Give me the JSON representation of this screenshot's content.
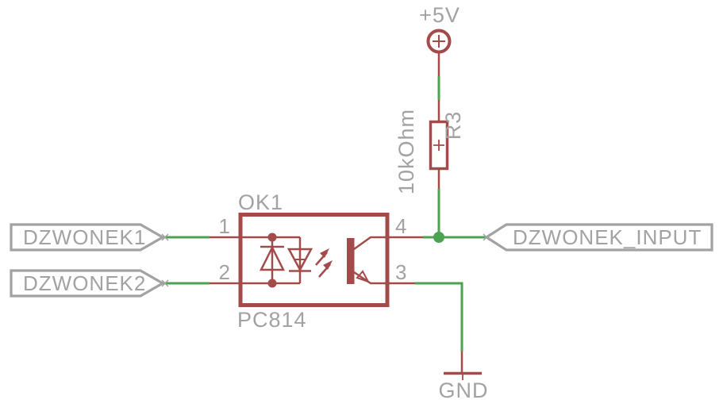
{
  "schematic": {
    "power": {
      "label": "+5V"
    },
    "resistor": {
      "designator": "R3",
      "value": "10kOhm"
    },
    "optocoupler": {
      "designator": "OK1",
      "part": "PC814",
      "pins": {
        "p1": "1",
        "p2": "2",
        "p3": "3",
        "p4": "4"
      }
    },
    "nets": {
      "dzwonek1": "DZWONEK1",
      "dzwonek2": "DZWONEK2",
      "dzwonek_input": "DZWONEK_INPUT"
    },
    "ground": {
      "label": "GND"
    },
    "colors": {
      "component": "#a34b4b",
      "net_wire": "#4da351",
      "annotation_text": "#a2a2a2",
      "background": "#ffffff"
    }
  }
}
